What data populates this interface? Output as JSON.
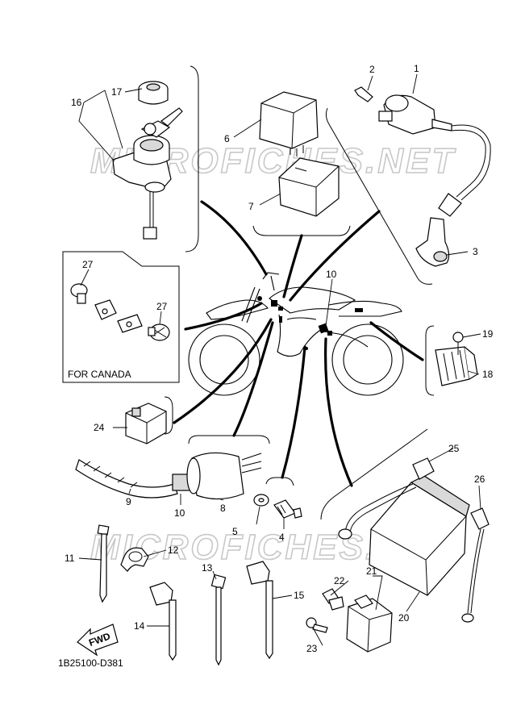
{
  "watermark": "MICROFICHES.NET",
  "diagram_code": "1B25100-D381",
  "canada_label": "FOR CANADA",
  "fwd_label": "FWD",
  "callouts": {
    "c1": "1",
    "c2": "2",
    "c3": "3",
    "c4": "4",
    "c5": "5",
    "c6": "6",
    "c7": "7",
    "c8": "8",
    "c9": "9",
    "c10a": "10",
    "c10b": "10",
    "c11": "11",
    "c12": "12",
    "c13": "13",
    "c14": "14",
    "c15": "15",
    "c16": "16",
    "c17": "17",
    "c18": "18",
    "c19": "19",
    "c20": "20",
    "c21": "21",
    "c22": "22",
    "c23": "23",
    "c24": "24",
    "c25": "25",
    "c26": "26",
    "c27a": "27",
    "c27b": "27"
  }
}
